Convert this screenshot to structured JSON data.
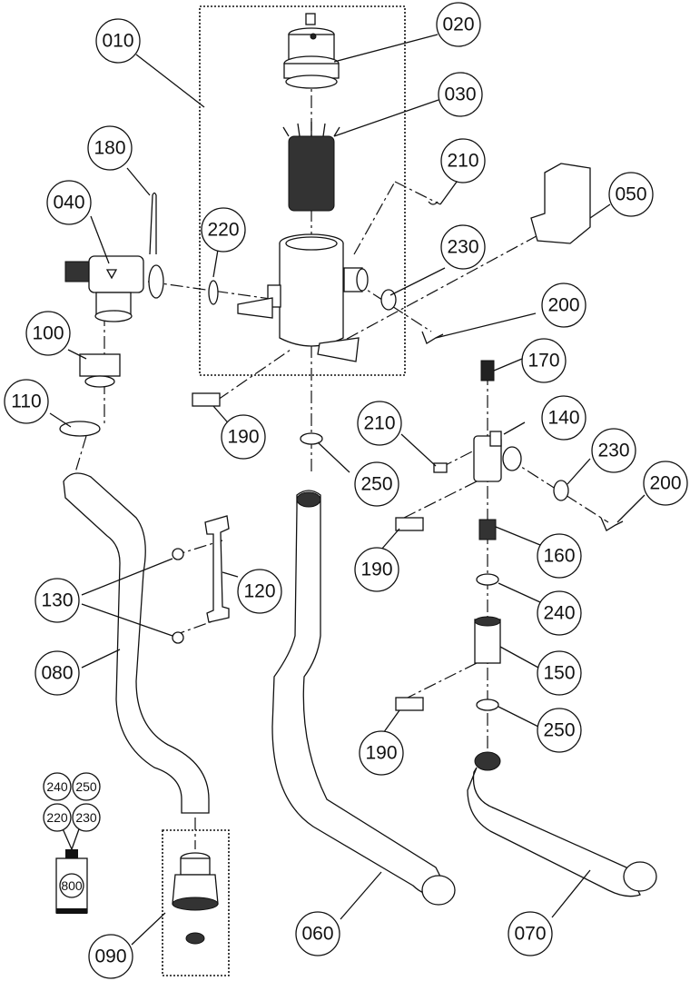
{
  "diagram": {
    "type": "exploded-parts-diagram",
    "callouts": [
      {
        "id": "c010",
        "label": "010"
      },
      {
        "id": "c020",
        "label": "020"
      },
      {
        "id": "c030",
        "label": "030"
      },
      {
        "id": "c180",
        "label": "180"
      },
      {
        "id": "c210a",
        "label": "210"
      },
      {
        "id": "c050",
        "label": "050"
      },
      {
        "id": "c040",
        "label": "040"
      },
      {
        "id": "c220",
        "label": "220"
      },
      {
        "id": "c230a",
        "label": "230"
      },
      {
        "id": "c200a",
        "label": "200"
      },
      {
        "id": "c100",
        "label": "100"
      },
      {
        "id": "c170",
        "label": "170"
      },
      {
        "id": "c110",
        "label": "110"
      },
      {
        "id": "c190a",
        "label": "190"
      },
      {
        "id": "c210b",
        "label": "210"
      },
      {
        "id": "c140",
        "label": "140"
      },
      {
        "id": "c250a",
        "label": "250"
      },
      {
        "id": "c230b",
        "label": "230"
      },
      {
        "id": "c200b",
        "label": "200"
      },
      {
        "id": "c190b",
        "label": "190"
      },
      {
        "id": "c160",
        "label": "160"
      },
      {
        "id": "c130",
        "label": "130"
      },
      {
        "id": "c120",
        "label": "120"
      },
      {
        "id": "c240",
        "label": "240"
      },
      {
        "id": "c080",
        "label": "080"
      },
      {
        "id": "c150",
        "label": "150"
      },
      {
        "id": "c250b",
        "label": "250"
      },
      {
        "id": "c190c",
        "label": "190"
      },
      {
        "id": "c060",
        "label": "060"
      },
      {
        "id": "c070",
        "label": "070"
      },
      {
        "id": "c090",
        "label": "090"
      }
    ],
    "lubricant": {
      "tube_label": "800",
      "applies_to": [
        "240",
        "250",
        "220",
        "230"
      ]
    }
  }
}
